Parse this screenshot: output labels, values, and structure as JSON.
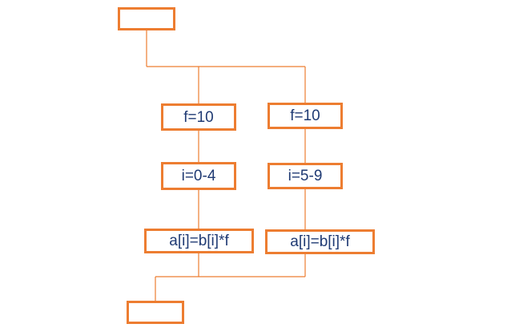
{
  "colors": {
    "box_border": "#ed7d31",
    "connector": "#ed7d31",
    "label_text": "#1f3a73",
    "background": "#ffffff"
  },
  "nodes": {
    "start": "",
    "left_f": "f=10",
    "left_range": "i=0-4",
    "left_op": "a[i]=b[i]*f",
    "right_f": "f=10",
    "right_range": "i=5-9",
    "right_op": "a[i]=b[i]*f",
    "end": ""
  }
}
